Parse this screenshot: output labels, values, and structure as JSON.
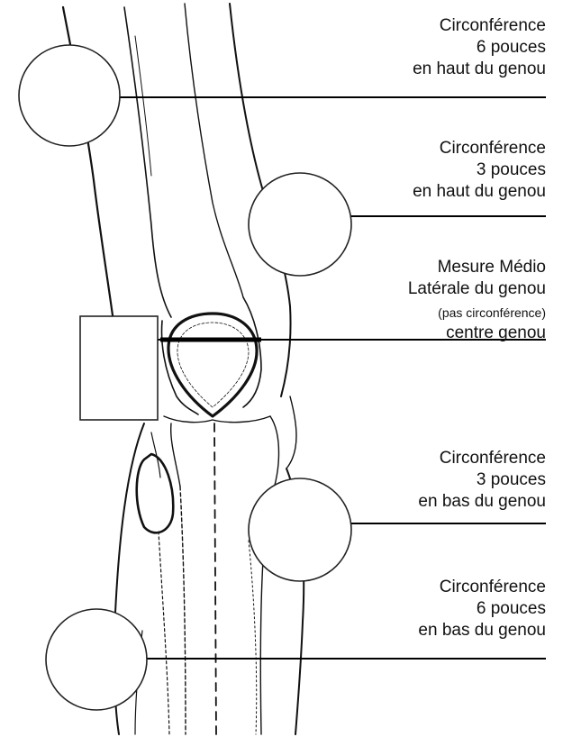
{
  "labels": {
    "thigh_6": [
      "Circonférence",
      "6 pouces",
      "en haut du genou"
    ],
    "thigh_3": [
      "Circonférence",
      "3 pouces",
      "en haut du genou"
    ],
    "knee": [
      "Mesure Médio",
      "Latérale du genou",
      "(pas circonférence)",
      "centre genou"
    ],
    "calf_3": [
      "Circonférence",
      "3 pouces",
      "en bas du genou"
    ],
    "calf_6": [
      "Circonférence",
      "6 pouces",
      "en bas du genou"
    ]
  },
  "colors": {
    "ink": "#111111",
    "background": "#ffffff"
  }
}
